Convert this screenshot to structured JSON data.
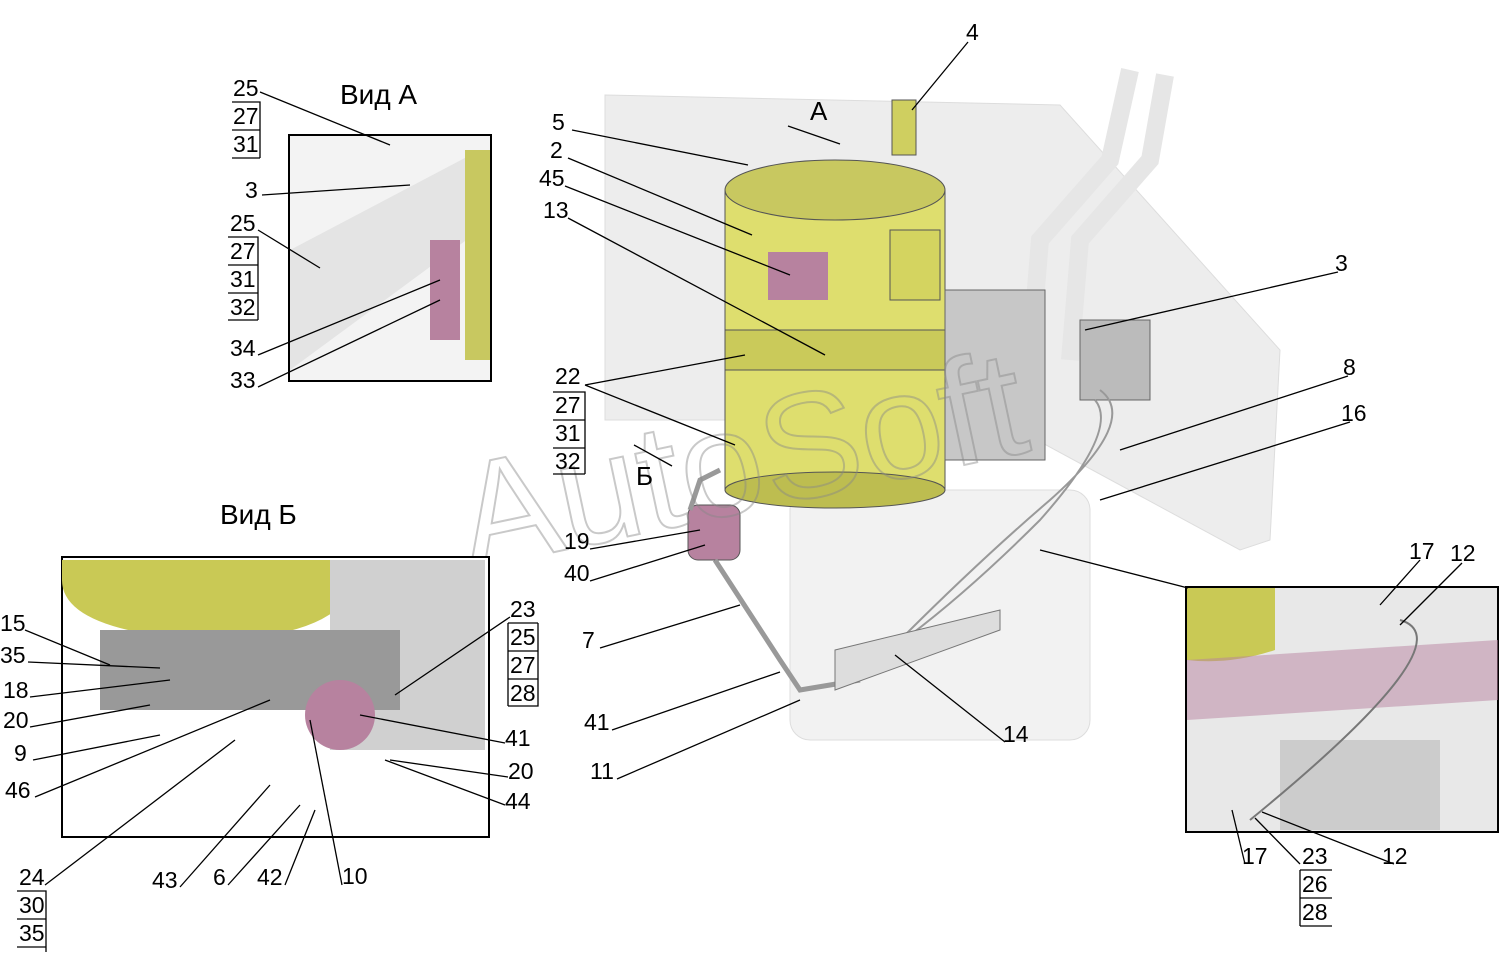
{
  "titles": {
    "view_a": "Вид А",
    "view_b": "Вид Б",
    "arrow_a": "А",
    "arrow_b": "Б"
  },
  "watermark": "AutoSoft",
  "colors": {
    "tank": "#dede6e",
    "bracket": "#c08fb0",
    "frame": "#ececec"
  },
  "main_labels": {
    "l4": "4",
    "l5": "5",
    "l2": "2",
    "l45": "45",
    "l13": "13",
    "l3": "3",
    "l8": "8",
    "l16": "16",
    "l22": "22",
    "l27": "27",
    "l31": "31",
    "l32": "32",
    "l19": "19",
    "l40": "40",
    "l7": "7",
    "l41": "41",
    "l11": "11",
    "l14": "14"
  },
  "detail_labels": {
    "l17a": "17",
    "l12a": "12",
    "l17b": "17",
    "l23": "23",
    "l26": "26",
    "l28": "28",
    "l12b": "12"
  },
  "view_a_labels": {
    "l25a": "25",
    "l27a": "27",
    "l31a": "31",
    "l3": "3",
    "l25b": "25",
    "l27b": "27",
    "l31b": "31",
    "l32b": "32",
    "l34": "34",
    "l33": "33"
  },
  "view_b_labels": {
    "l15": "15",
    "l35": "35",
    "l18": "18",
    "l20a": "20",
    "l9": "9",
    "l46": "46",
    "l23": "23",
    "l25": "25",
    "l27": "27",
    "l28": "28",
    "l41": "41",
    "l20b": "20",
    "l44": "44",
    "l24": "24",
    "l30": "30",
    "l35b": "35",
    "l43": "43",
    "l6": "6",
    "l42": "42",
    "l10": "10"
  }
}
